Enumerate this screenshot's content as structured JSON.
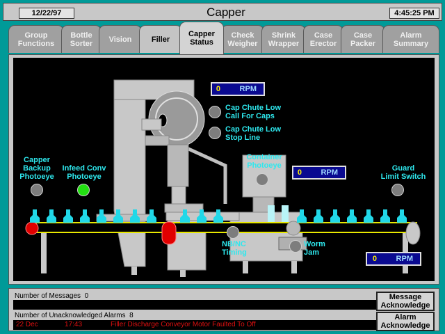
{
  "window": {
    "date": "12/22/97",
    "title": "Capper",
    "time": "4:45:25 PM"
  },
  "tabs": [
    {
      "label": "Group\nFunctions",
      "state": "normal"
    },
    {
      "label": "Bottle\nSorter",
      "state": "normal"
    },
    {
      "label": "Vision",
      "state": "normal"
    },
    {
      "label": "Filler",
      "state": "filler"
    },
    {
      "label": "Capper\nStatus",
      "state": "active"
    },
    {
      "label": "Check\nWeigher",
      "state": "normal"
    },
    {
      "label": "Shrink\nWrapper",
      "state": "normal"
    },
    {
      "label": "Case\nErector",
      "state": "normal"
    },
    {
      "label": "Case\nPacker",
      "state": "normal"
    },
    {
      "label": "Alarm\nSummary",
      "state": "normal"
    }
  ],
  "mimic": {
    "rpm_top": {
      "value": "0",
      "unit": "RPM"
    },
    "rpm_mid": {
      "value": "0",
      "unit": "RPM"
    },
    "rpm_bottom": {
      "value": "0",
      "unit": "RPM"
    },
    "cap_chute_low_call": "Cap Chute Low\nCall For Caps",
    "cap_chute_low_stop": "Cap Chute Low\nStop Line",
    "container_photoeye": "Container\nPhotoeye",
    "capper_backup": "Capper\nBackup\nPhotoeye",
    "infeed_conv": "Infeed Conv\nPhotoeye",
    "guard_limit": "Guard\nLimit Switch",
    "nbnc_timing": "NB/NC\nTiming",
    "worm_jam": "Worm\nJam",
    "colors": {
      "lamp_on": "#23e012",
      "lamp_off": "#7d7d7d",
      "bottle": "#21d8e8",
      "label": "#2ee8ee",
      "fault": "#e01010"
    }
  },
  "messages": {
    "messages_label": "Number of Messages",
    "messages_count": "0",
    "alarms_label": "Number of Unacknowledged Alarms",
    "alarms_count": "8",
    "alarm_date": "22 Dec",
    "alarm_time": "17:43",
    "alarm_text": "Filler Discharge Conveyor Motor Faulted To Off",
    "msg_ack": "Message\nAcknowledge",
    "alarm_ack": "Alarm\nAcknowledge"
  }
}
